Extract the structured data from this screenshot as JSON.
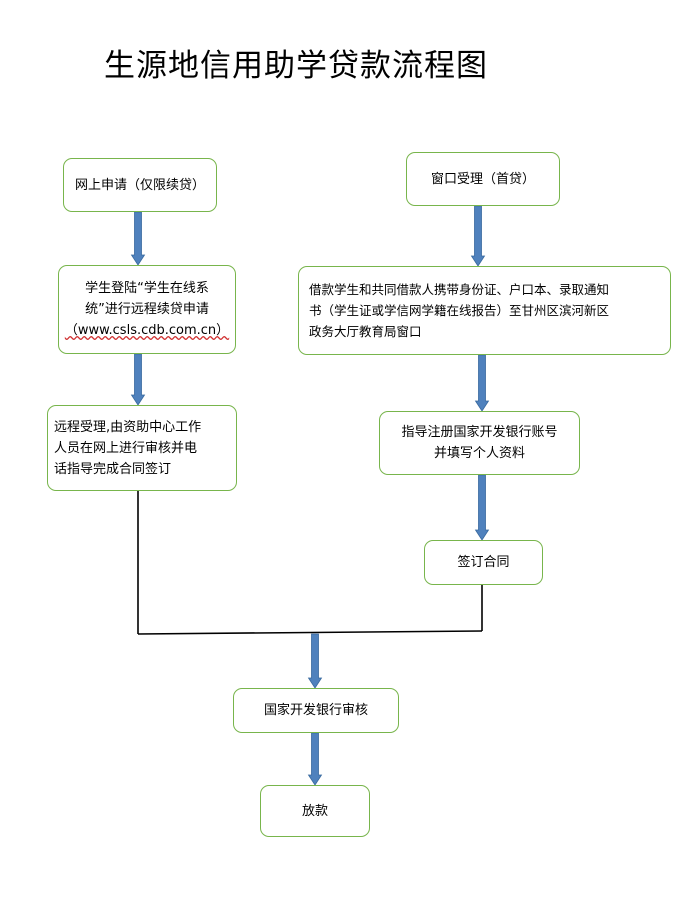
{
  "title": "生源地信用助学贷款流程图",
  "colors": {
    "box_border": "#78b54c",
    "arrow": "#4f81bd",
    "arrow_edge": "#3a6a9f",
    "line": "#000000"
  },
  "nodes": {
    "online_apply": {
      "text": "网上申请（仅限续贷）"
    },
    "student_login": {
      "line1": "学生登陆“学生在线系",
      "line2": "统”进行远程续贷申请",
      "line3": "（www.csls.cdb.com.cn）"
    },
    "remote_accept": {
      "line1": "远程受理,由资助中心工作",
      "line2": "人员在网上进行审核并电",
      "line3": "话指导完成合同签订"
    },
    "window_accept": {
      "text": "窗口受理（首贷）"
    },
    "bring_documents": {
      "line1": "借款学生和共同借款人携带身份证、户口本、录取通知",
      "line2": "书（学生证或学信网学籍在线报告）至甘州区滨河新区",
      "line3": "政务大厅教育局窗口"
    },
    "register_account": {
      "line1": "指导注册国家开发银行账号",
      "line2": "并填写个人资料"
    },
    "sign_contract": {
      "text": "签订合同"
    },
    "bank_review": {
      "text": "国家开发银行审核"
    },
    "disburse": {
      "text": "放款"
    }
  }
}
